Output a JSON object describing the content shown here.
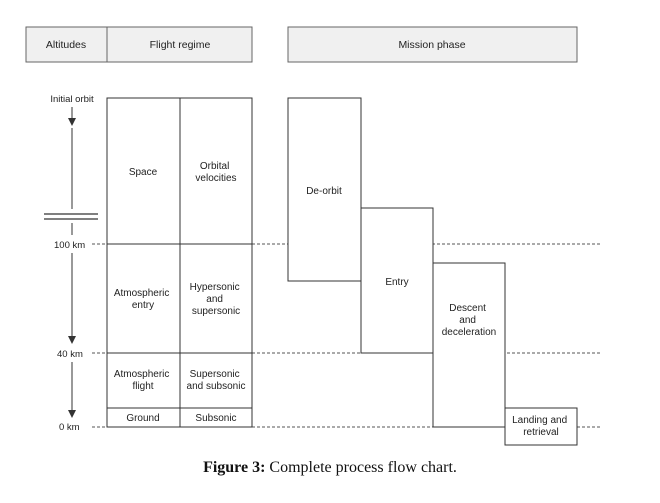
{
  "headers": {
    "altitudes": "Altitudes",
    "flight_regime": "Flight regime",
    "mission_phase": "Mission phase"
  },
  "axis": {
    "initial_orbit": "Initial orbit",
    "km100": "100 km",
    "km40": "40 km",
    "km0": "0 km"
  },
  "regime_table": {
    "space": "Space",
    "orbital": [
      "Orbital",
      "velocities"
    ],
    "atmo_entry": [
      "Atmospheric",
      "entry"
    ],
    "hypersonic": [
      "Hypersonic",
      "and",
      "supersonic"
    ],
    "atmo_flight": [
      "Atmospheric",
      "flight"
    ],
    "supersonic_subsonic": [
      "Supersonic",
      "and subsonic"
    ],
    "ground": "Ground",
    "subsonic": "Subsonic"
  },
  "phases": {
    "deorbit": "De-orbit",
    "entry": "Entry",
    "descent": [
      "Descent",
      "and",
      "deceleration"
    ],
    "landing": [
      "Landing and",
      "retrieval"
    ]
  },
  "caption": {
    "label": "Figure 3:",
    "text": "Complete process flow chart."
  },
  "colors": {
    "header_fill": "#f0f0f0",
    "line": "#333333"
  }
}
